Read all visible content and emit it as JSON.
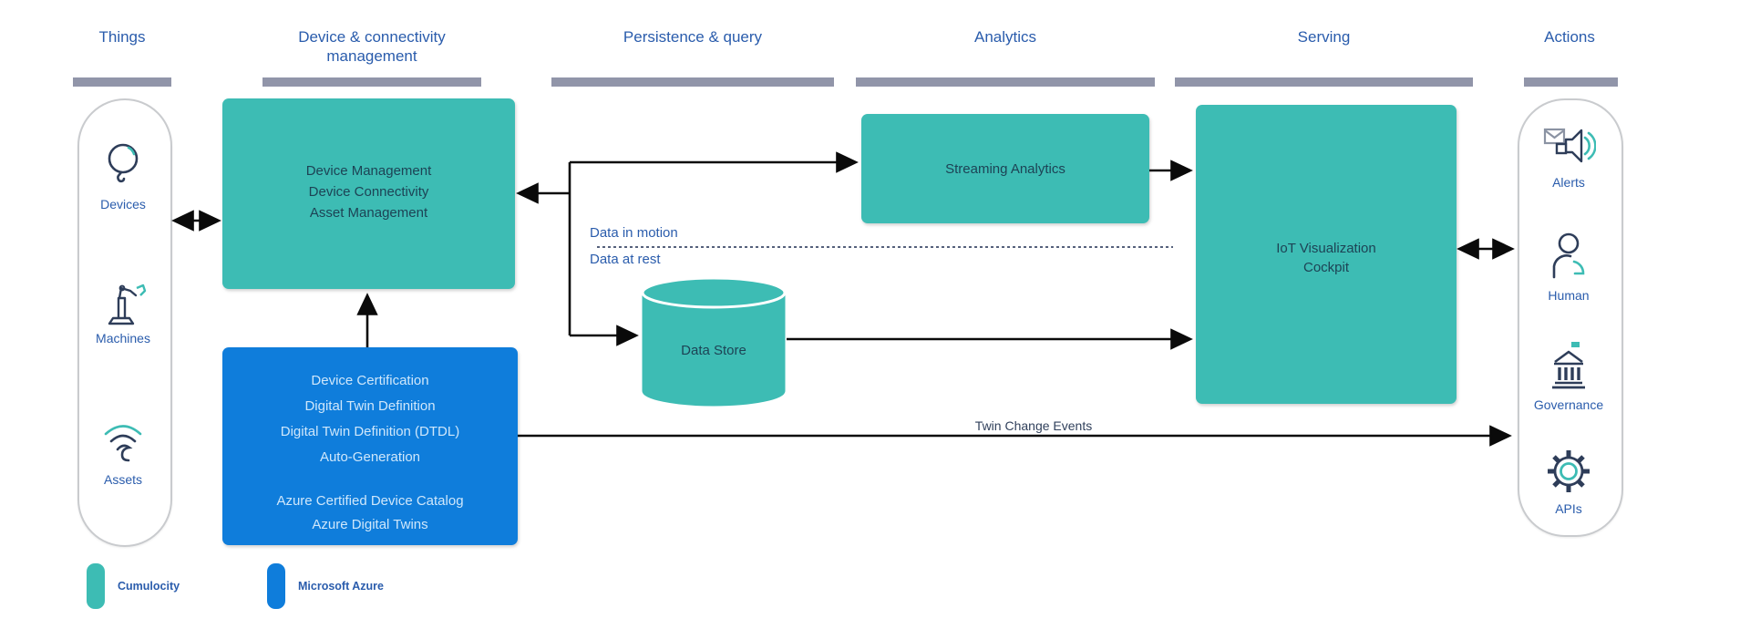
{
  "columns": [
    {
      "label": "Things"
    },
    {
      "label": "Device & connectivity management"
    },
    {
      "label": "Persistence & query"
    },
    {
      "label": "Analytics"
    },
    {
      "label": "Serving"
    },
    {
      "label": "Actions"
    }
  ],
  "things": {
    "items": [
      {
        "label": "Devices",
        "icon": "device-bulb-icon"
      },
      {
        "label": "Machines",
        "icon": "robot-arm-icon"
      },
      {
        "label": "Assets",
        "icon": "signal-icon"
      }
    ]
  },
  "device_management_box": {
    "lines": [
      "Device Management",
      "Device Connectivity",
      "Asset Management"
    ]
  },
  "azure_box": {
    "group1": [
      "Device Certification",
      "Digital Twin Definition",
      "Digital Twin Definition (DTDL)",
      "Auto-Generation"
    ],
    "group2": [
      "Azure Certified Device Catalog",
      "Azure Digital Twins"
    ]
  },
  "streaming_box": {
    "label": "Streaming Analytics"
  },
  "data_store": {
    "label": "Data Store"
  },
  "iot_box": {
    "lines": [
      "IoT Visualization",
      "Cockpit"
    ]
  },
  "flow_labels": {
    "data_in_motion": "Data in motion",
    "data_at_rest": "Data at rest",
    "twin_change_events": "Twin Change Events"
  },
  "actions": {
    "items": [
      {
        "label": "Alerts",
        "icon": "alert-megaphone-icon"
      },
      {
        "label": "Human",
        "icon": "person-icon"
      },
      {
        "label": "Governance",
        "icon": "bank-icon"
      },
      {
        "label": "APIs",
        "icon": "gear-icon"
      }
    ]
  },
  "legend": {
    "items": [
      {
        "label": "Cumulocity",
        "color": "#3dbcb4"
      },
      {
        "label": "Microsoft Azure",
        "color": "#0f7ddb"
      }
    ]
  },
  "colors": {
    "cumulocity_teal": "#3dbcb4",
    "azure_blue": "#0f7ddb",
    "header_blue": "#2a5cac",
    "bar_gray": "#9195a9",
    "arrow_black": "#0a0a0a"
  }
}
